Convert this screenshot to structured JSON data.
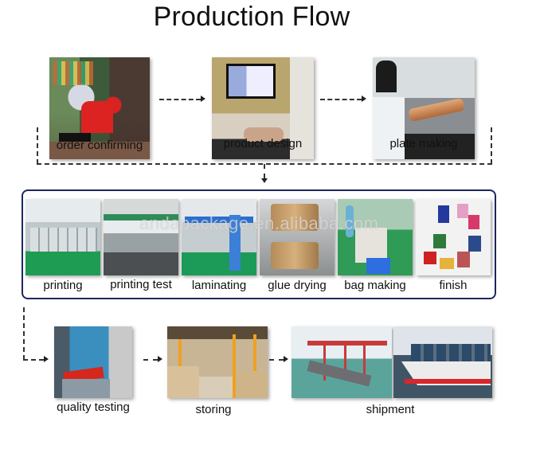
{
  "title": "Production Flow",
  "stage1": {
    "steps": [
      {
        "label": "order confirming",
        "icon": "office-meeting-photo"
      },
      {
        "label": "product design",
        "icon": "computer-design-photo"
      },
      {
        "label": "plate making",
        "icon": "plate-machine-photo"
      }
    ]
  },
  "stage2": {
    "steps": [
      {
        "label": "printing",
        "icon": "printing-machine-photo"
      },
      {
        "label": "printing test",
        "icon": "printing-test-photo"
      },
      {
        "label": "laminating",
        "icon": "laminating-machine-photo"
      },
      {
        "label": "glue drying",
        "icon": "glue-drying-rolls-photo"
      },
      {
        "label": "bag making",
        "icon": "bag-making-photo"
      },
      {
        "label": "finish",
        "icon": "finished-bags-photo"
      }
    ],
    "watermark": "andapackage.en.alibaba.com"
  },
  "stage3": {
    "steps": [
      {
        "label": "quality testing",
        "icon": "testing-machine-photo"
      },
      {
        "label": "storing",
        "icon": "warehouse-photo"
      },
      {
        "label": "shipment",
        "icon": "cargo-ship-photo"
      }
    ]
  },
  "colors": {
    "frame": "#1d2660",
    "connector": "#333333",
    "background": "#ffffff"
  }
}
